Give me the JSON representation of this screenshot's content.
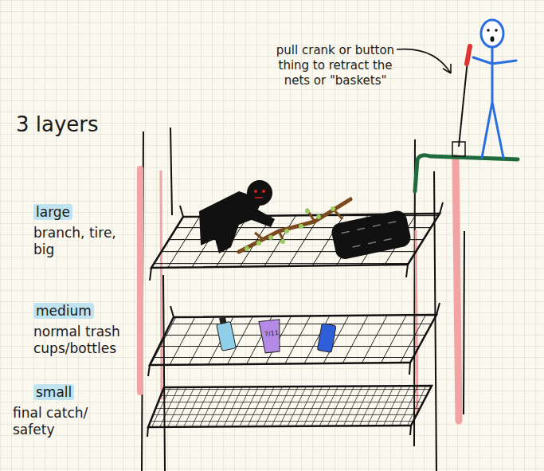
{
  "diagram": {
    "labels": [
      "3 layers",
      "large",
      "branch, tire, big",
      "medium",
      "normal trash cups/bottles",
      "small",
      "final catch/ safety",
      "pull crank or button thing to retract the nets or \"baskets\"",
      "7/11"
    ]
  }
}
